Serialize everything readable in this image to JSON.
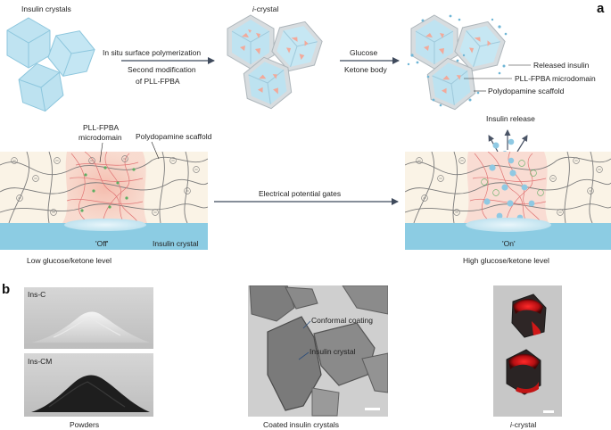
{
  "panel_a": {
    "letter": "a",
    "insulin_crystals": "Insulin crystals",
    "icrystal_prefix": "i",
    "icrystal_suffix": "-crystal",
    "step1_line1": "In situ surface polymerization",
    "step1_line2": "Second modification",
    "step1_line3": "of PLL-FPBA",
    "step2_line1": "Glucose",
    "step2_line2": "Ketone body",
    "released_insulin": "Released insulin",
    "pll_microdomain": "PLL-FPBA microdomain",
    "polydopamine_scaffold": "Polydopamine scaffold",
    "insulin_release": "Insulin release",
    "left_pll_line1": "PLL-FPBA",
    "left_pll_line2": "microdomain",
    "left_polydopamine": "Polydopamine scaffold",
    "off_label": "'Off'",
    "left_insulin_crystal": "Insulin crystal",
    "on_label": "'On'",
    "gates": "Electrical potential gates",
    "low_level": "Low glucose/ketone level",
    "high_level": "High glucose/ketone level"
  },
  "panel_b": {
    "letter": "b",
    "ins_c": "Ins-C",
    "ins_cm": "Ins-CM",
    "powders": "Powders",
    "conformal_coating": "Conformal coating",
    "insulin_crystal": "Insulin crystal",
    "coated_crystals": "Coated insulin crystals",
    "icrystal_prefix": "i",
    "icrystal_suffix": "-crystal"
  },
  "colors": {
    "crystal_fill": "#bfe3f1",
    "crystal_edge": "#8cc6dd",
    "coating": "#d7dcdf",
    "insulin_core": "#f2a99a",
    "polymer_pink": "#f6c8bd",
    "scaffold_bg": "#faf3e6",
    "substrate": "#8ccce3",
    "release_dot": "#8fc9e3",
    "arrow": "#3f4a5c"
  }
}
